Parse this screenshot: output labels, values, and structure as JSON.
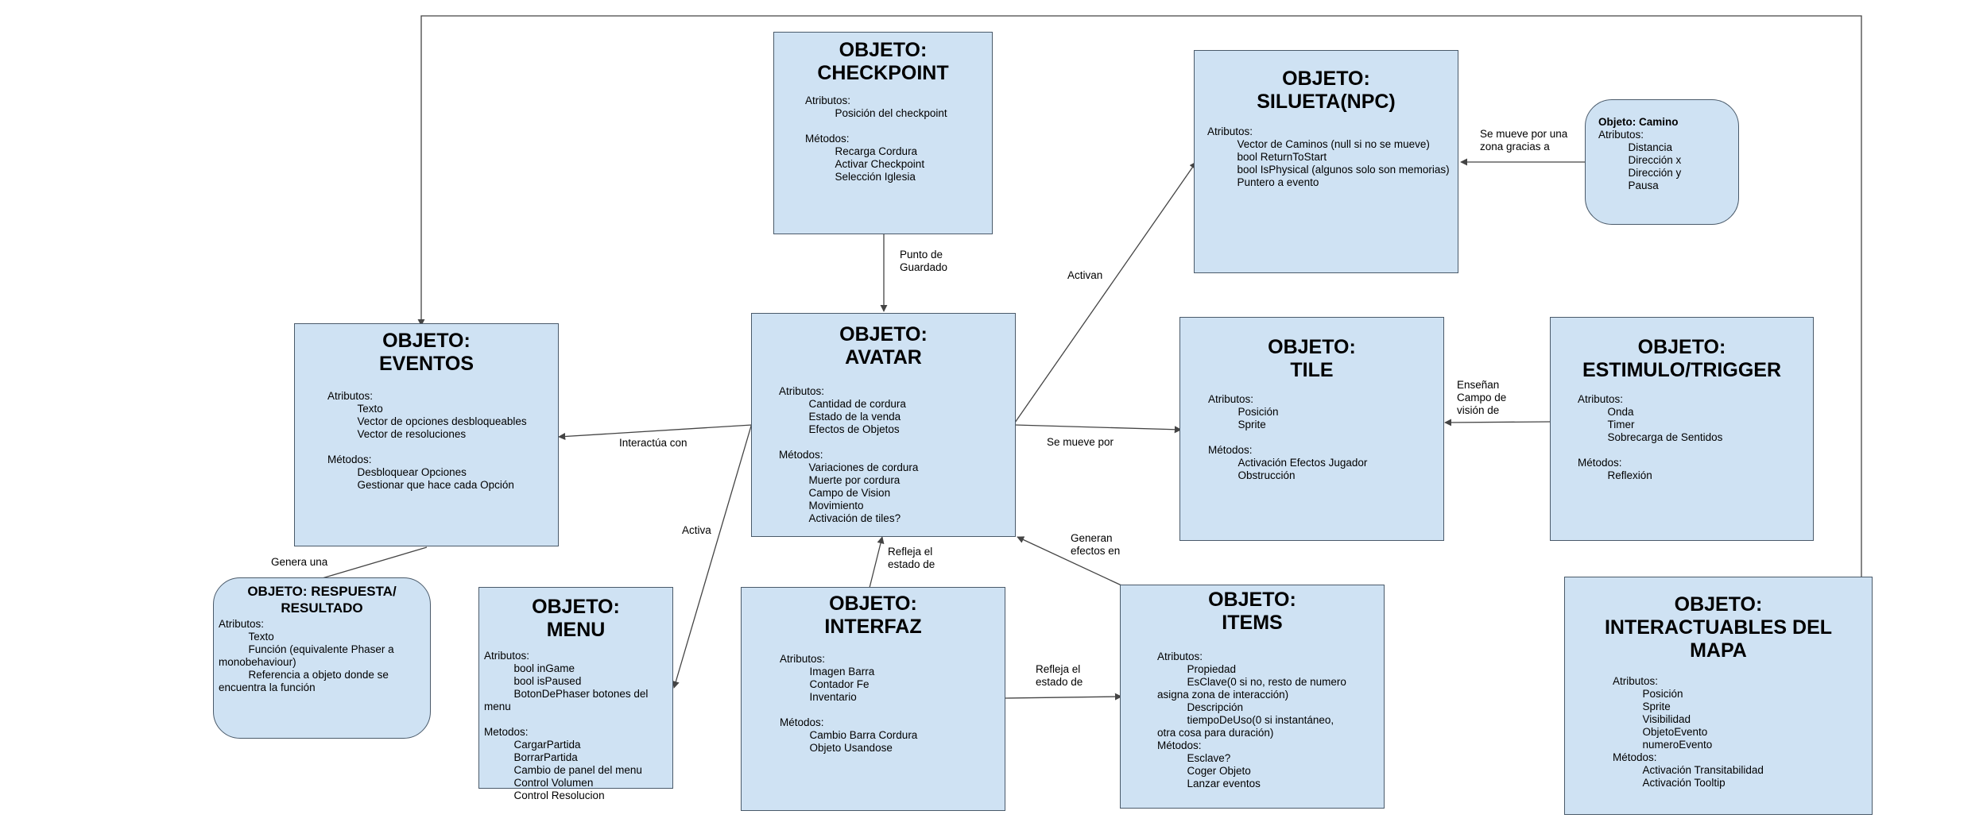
{
  "nodes": {
    "checkpoint": {
      "title": "OBJETO:\nCHECKPOINT",
      "body": "Atributos:\n          Posición del checkpoint\n\nMétodos:\n          Recarga Cordura\n          Activar Checkpoint\n          Selección Iglesia"
    },
    "silueta": {
      "title": "OBJETO:\nSILUETA(NPC)",
      "body": "Atributos:\n          Vector de Caminos (null si no se mueve)\n          bool ReturnToStart\n          bool IsPhysical (algunos solo son memorias)\n          Puntero a evento"
    },
    "camino": {
      "title": "Objeto: Camino",
      "body": "Atributos:\n          Distancia\n          Dirección x\n          Dirección y\n          Pausa"
    },
    "eventos": {
      "title": "OBJETO:\nEVENTOS",
      "body": "Atributos:\n          Texto\n          Vector de opciones desbloqueables\n          Vector de resoluciones\n\nMétodos:\n          Desbloquear Opciones\n          Gestionar que hace cada Opción"
    },
    "avatar": {
      "title": "OBJETO:\nAVATAR",
      "body": "Atributos:\n          Cantidad de cordura\n          Estado de la venda\n          Efectos de Objetos\n\nMétodos:\n          Variaciones de cordura\n          Muerte por cordura\n          Campo de Vision\n          Movimiento\n          Activación de tiles?"
    },
    "tile": {
      "title": "OBJETO:\nTILE",
      "body": "Atributos:\n          Posición\n          Sprite\n\nMétodos:\n          Activación Efectos Jugador\n          Obstrucción"
    },
    "estimulo": {
      "title": "OBJETO:\nESTIMULO/TRIGGER",
      "body": "Atributos:\n          Onda\n          Timer\n          Sobrecarga de Sentidos\n\nMétodos:\n          Reflexión"
    },
    "respuesta": {
      "title": "OBJETO: RESPUESTA/\nRESULTADO",
      "body": "Atributos:\n          Texto\n          Función (equivalente Phaser a\nmonobehaviour)\n          Referencia a objeto donde se\nencuentra la función"
    },
    "menu": {
      "title": "OBJETO:\nMENU",
      "body": "Atributos:\n          bool inGame\n          bool isPaused\n          BotonDePhaser botones del\nmenu\n\nMetodos:\n          CargarPartida\n          BorrarPartida\n          Cambio de panel del menu\n          Control Volumen\n          Control Resolucion"
    },
    "interfaz": {
      "title": "OBJETO:\nINTERFAZ",
      "body": "Atributos:\n          Imagen Barra\n          Contador Fe\n          Inventario\n\nMétodos:\n          Cambio Barra Cordura\n          Objeto Usandose"
    },
    "items": {
      "title": "OBJETO:\nITEMS",
      "body": "Atributos:\n          Propiedad\n          EsClave(0 si no, resto de numero\nasigna zona de interacción)\n          Descripción\n          tiempoDeUso(0 si instantáneo,\notra cosa para duración)\nMétodos:\n          Esclave?\n          Coger Objeto\n          Lanzar eventos"
    },
    "interactuables": {
      "title": "OBJETO:\nINTERACTUABLES DEL\nMAPA",
      "body": "Atributos:\n          Posición\n          Sprite\n          Visibilidad\n          ObjetoEvento\n          numeroEvento\nMétodos:\n          Activación Transitabilidad\n          Activación Tooltip"
    }
  },
  "edges": {
    "punto_guardado": "Punto de\nGuardado",
    "activan": "Activan",
    "se_mueve_gracias": "Se mueve por una\nzona gracias a",
    "interactua_con": "Interactúa con",
    "se_mueve_por": "Se mueve por",
    "ensenan": "Enseñan\nCampo de\nvisión de",
    "genera_una": "Genera una",
    "activa": "Activa",
    "refleja_avatar": "Refleja el\nestado de",
    "generan_efectos": "Generan\nefectos en",
    "refleja_items": "Refleja el\nestado de"
  },
  "colors": {
    "box_fill": "#cfe2f3",
    "box_border": "#4a5a6a",
    "line": "#444444"
  }
}
